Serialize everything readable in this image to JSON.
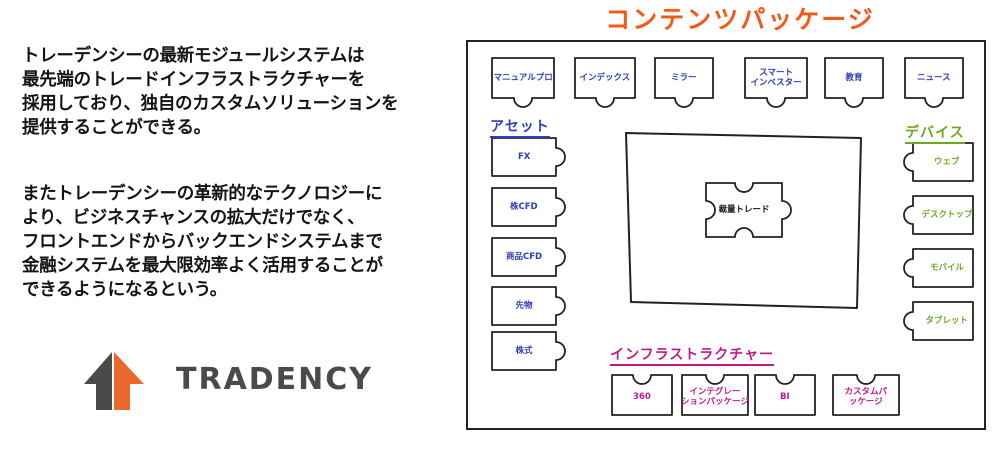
{
  "title": "コンテンツパッケージ",
  "paragraph1": [
    "トレーデンシーの最新モジュールシステムは",
    "最先端のトレードインフラストラクチャーを",
    "採用しており、独自のカスタムソリューションを",
    "提供することができる。"
  ],
  "paragraph2": [
    "またトレーデンシーの革新的なテクノロジーに",
    "より、ビジネスチャンスの拡大だけでなく、",
    "フロントエンドからバックエンドシステムまで",
    "金融システムを最大限効率よく活用することが",
    "できるようになるという。"
  ],
  "logo_text": "TRADENCY",
  "colors": {
    "title": "#f25a16",
    "logo_orange": "#e8692a",
    "logo_gray": "#4a4a4a",
    "blue": "#2a3fb8",
    "green": "#6aa920",
    "magenta": "#c3188c"
  },
  "top_pieces": [
    "マニュアルプロ",
    "インデックス",
    "ミラー",
    "スマートインベスター",
    "教育",
    "ニュース"
  ],
  "top_piece_lines": [
    [
      "マニュアルプロ"
    ],
    [
      "インデックス"
    ],
    [
      "ミラー"
    ],
    [
      "スマート",
      "インベスター"
    ],
    [
      "教育"
    ],
    [
      "ニュース"
    ]
  ],
  "asset_title": "アセット",
  "asset_pieces": [
    "FX",
    "株CFD",
    "商品CFD",
    "先物",
    "株式"
  ],
  "device_title": "デバイス",
  "device_pieces": [
    "ウェブ",
    "デスクトップ",
    "モバイル",
    "タブレット"
  ],
  "center_piece": "裁量トレード",
  "infra_title": "インフラストラクチャー",
  "infra_pieces": [
    "360",
    "インテグレーションパッケージ",
    "BI",
    "カスタムパッケージ"
  ],
  "infra_piece_lines": [
    [
      "360"
    ],
    [
      "インテグレー",
      "ションパッケージ"
    ],
    [
      "BI"
    ],
    [
      "カスタムパ",
      "ッケージ"
    ]
  ]
}
